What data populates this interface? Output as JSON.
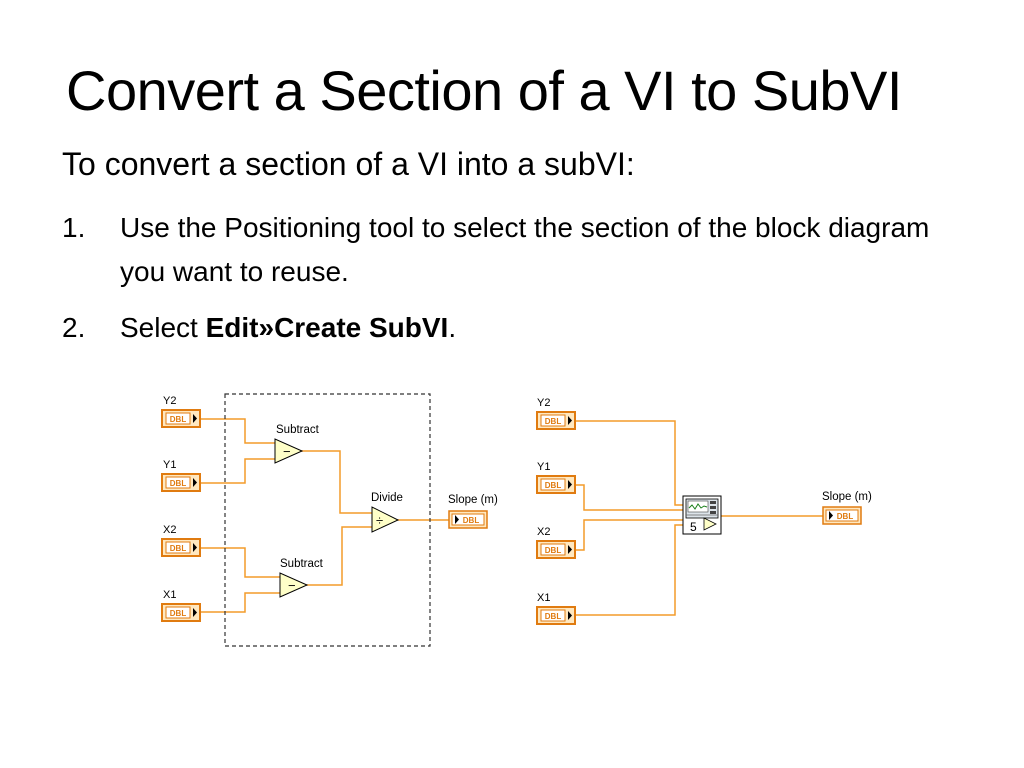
{
  "title": "Convert a Section of a VI to SubVI",
  "intro": "To convert a section of a VI into a subVI:",
  "steps": [
    {
      "num": "1.",
      "text": "Use the Positioning tool to select the section of the block diagram you want to reuse."
    },
    {
      "num": "2.",
      "prefix": "Select ",
      "bold": "Edit»Create SubVI",
      "suffix": "."
    }
  ],
  "diagram_left": {
    "inputs": [
      "Y2",
      "Y1",
      "X2",
      "X1"
    ],
    "terminal_type": "DBL",
    "subtract_label": "Subtract",
    "subtract_symbol": "−",
    "divide_label": "Divide",
    "divide_symbol": "÷",
    "output_label": "Slope (m)"
  },
  "diagram_right": {
    "inputs": [
      "Y2",
      "Y1",
      "X2",
      "X1"
    ],
    "terminal_type": "DBL",
    "subvi_number": "5",
    "output_label": "Slope (m)"
  },
  "colors": {
    "wire": "#f39c2a",
    "terminal_border": "#e07b10",
    "terminal_fill": "#ffe8c0",
    "node_fill": "#ffffc8"
  }
}
